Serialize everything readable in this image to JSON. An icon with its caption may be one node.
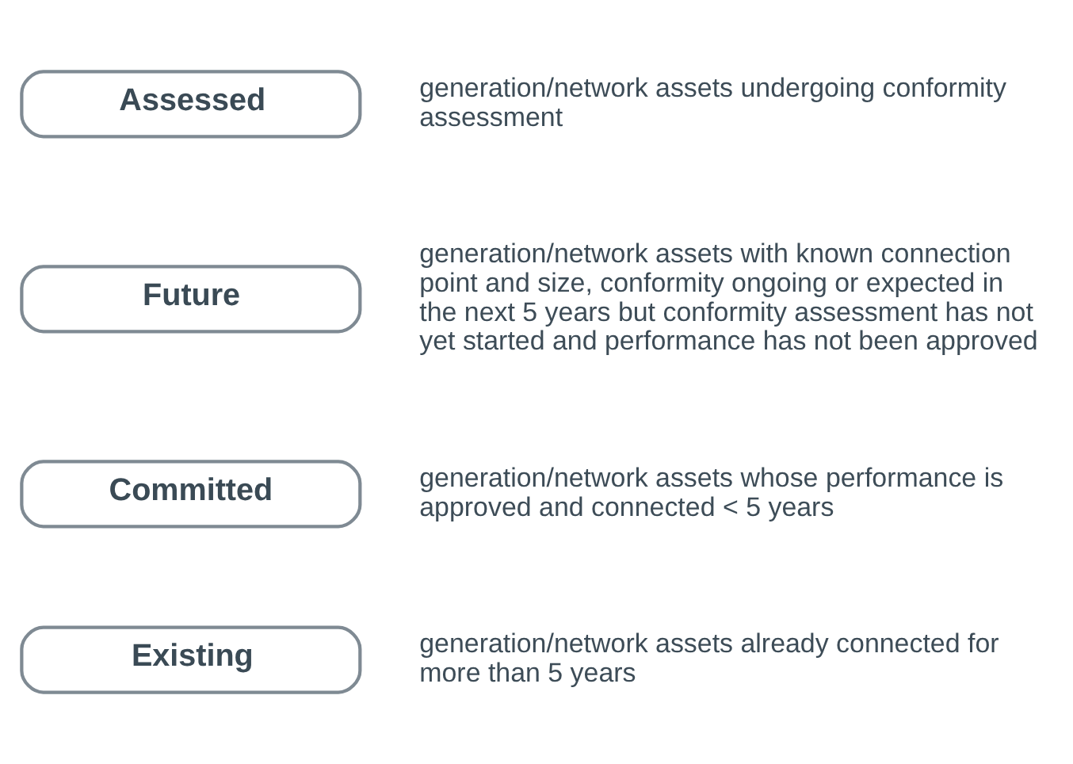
{
  "diagram": {
    "nodes": [
      {
        "text": [
          "Assessed"
        ],
        "beside": [
          "generation/network assets undergoing conformity assessment"
        ]
      },
      {
        "text": [
          "Future"
        ],
        "beside": [
          "generation/network assets with known connection point and size, conformity ongoing or expected in the next 5 years but conformity assessment has not yet started and performance has not been approved"
        ]
      },
      {
        "text": [
          "Committed"
        ],
        "beside": [
          "generation/network assets whose performance is approved and connected < 5 years"
        ]
      },
      {
        "text": [
          "Existing"
        ],
        "beside": [
          "generation/network assets already connected for more than 5 years"
        ]
      }
    ],
    "edges": []
  }
}
